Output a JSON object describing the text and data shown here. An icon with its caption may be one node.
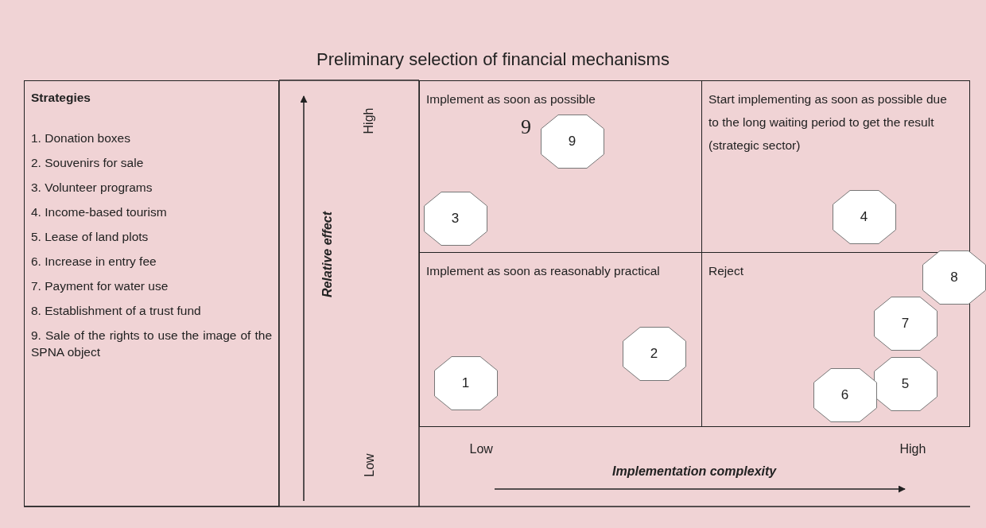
{
  "diagram": {
    "title": "Preliminary selection of financial mechanisms",
    "nodes": [
      {
        "text": [
          "Strategies",
          "1. Donation boxes",
          "2. Souvenirs for sale",
          "3. Volunteer programs",
          "4. Income-based tourism",
          "5. Lease of land plots",
          "6. Increase in entry fee",
          "7. Payment for water use",
          "8. Establishment of a trust fund",
          "9. Sale of the rights to use the image of the SPNA object"
        ]
      },
      {
        "text": [
          "Implement as soon as possible"
        ]
      },
      {
        "text": [
          "9"
        ],
        "in": 1
      },
      {
        "text": [
          "3"
        ],
        "in": 1
      },
      {
        "text": [
          "Start implementing as soon as possible due to the long waiting period to get the result (strategic sector)"
        ]
      },
      {
        "text": [
          "4"
        ],
        "in": 4
      },
      {
        "text": [
          "Implement as soon as reasonably practical"
        ]
      },
      {
        "text": [
          "2"
        ],
        "in": 6
      },
      {
        "text": [
          "1"
        ],
        "in": 6
      },
      {
        "text": [
          "Reject"
        ]
      },
      {
        "text": [
          "8"
        ]
      },
      {
        "text": [
          "7"
        ],
        "in": 9
      },
      {
        "text": [
          "5"
        ],
        "in": 9
      },
      {
        "text": [
          "6"
        ],
        "in": 9
      }
    ],
    "edges": [],
    "labels": [
      "9",
      "High",
      "Relative effect",
      "Low",
      "Low",
      "High",
      "Implementation complexity"
    ]
  }
}
